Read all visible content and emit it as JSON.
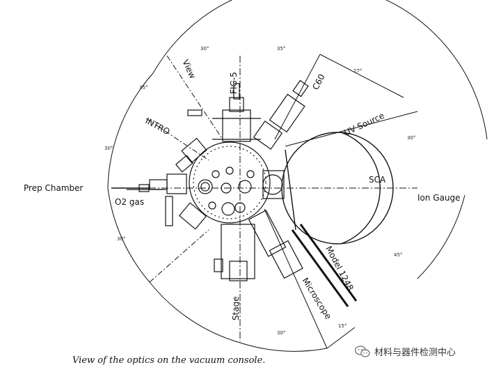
{
  "labels": {
    "view": "View",
    "fig5": "FIG-5",
    "c60": "C60",
    "uv_source": "UV Source",
    "intro": "INTRO",
    "sca": "SCA",
    "prep_chamber": "Prep Chamber",
    "ion_gauge": "Ion Gauge",
    "o2_gas": "O2 gas",
    "model": "Model 1248",
    "microscope": "Microscope",
    "stage": "Stage"
  },
  "angles": {
    "a1": "30°",
    "a2": "35°",
    "a3": "27°",
    "a4": "30°",
    "a5": "35°",
    "a6": "30°",
    "a7": "30°",
    "a8": "45°",
    "a9": "15°",
    "a10": "30°"
  },
  "caption": "View of the optics on the vacuum console.",
  "watermark": "材料与器件检测中心",
  "colors": {
    "line": "#111111",
    "background": "#ffffff"
  }
}
